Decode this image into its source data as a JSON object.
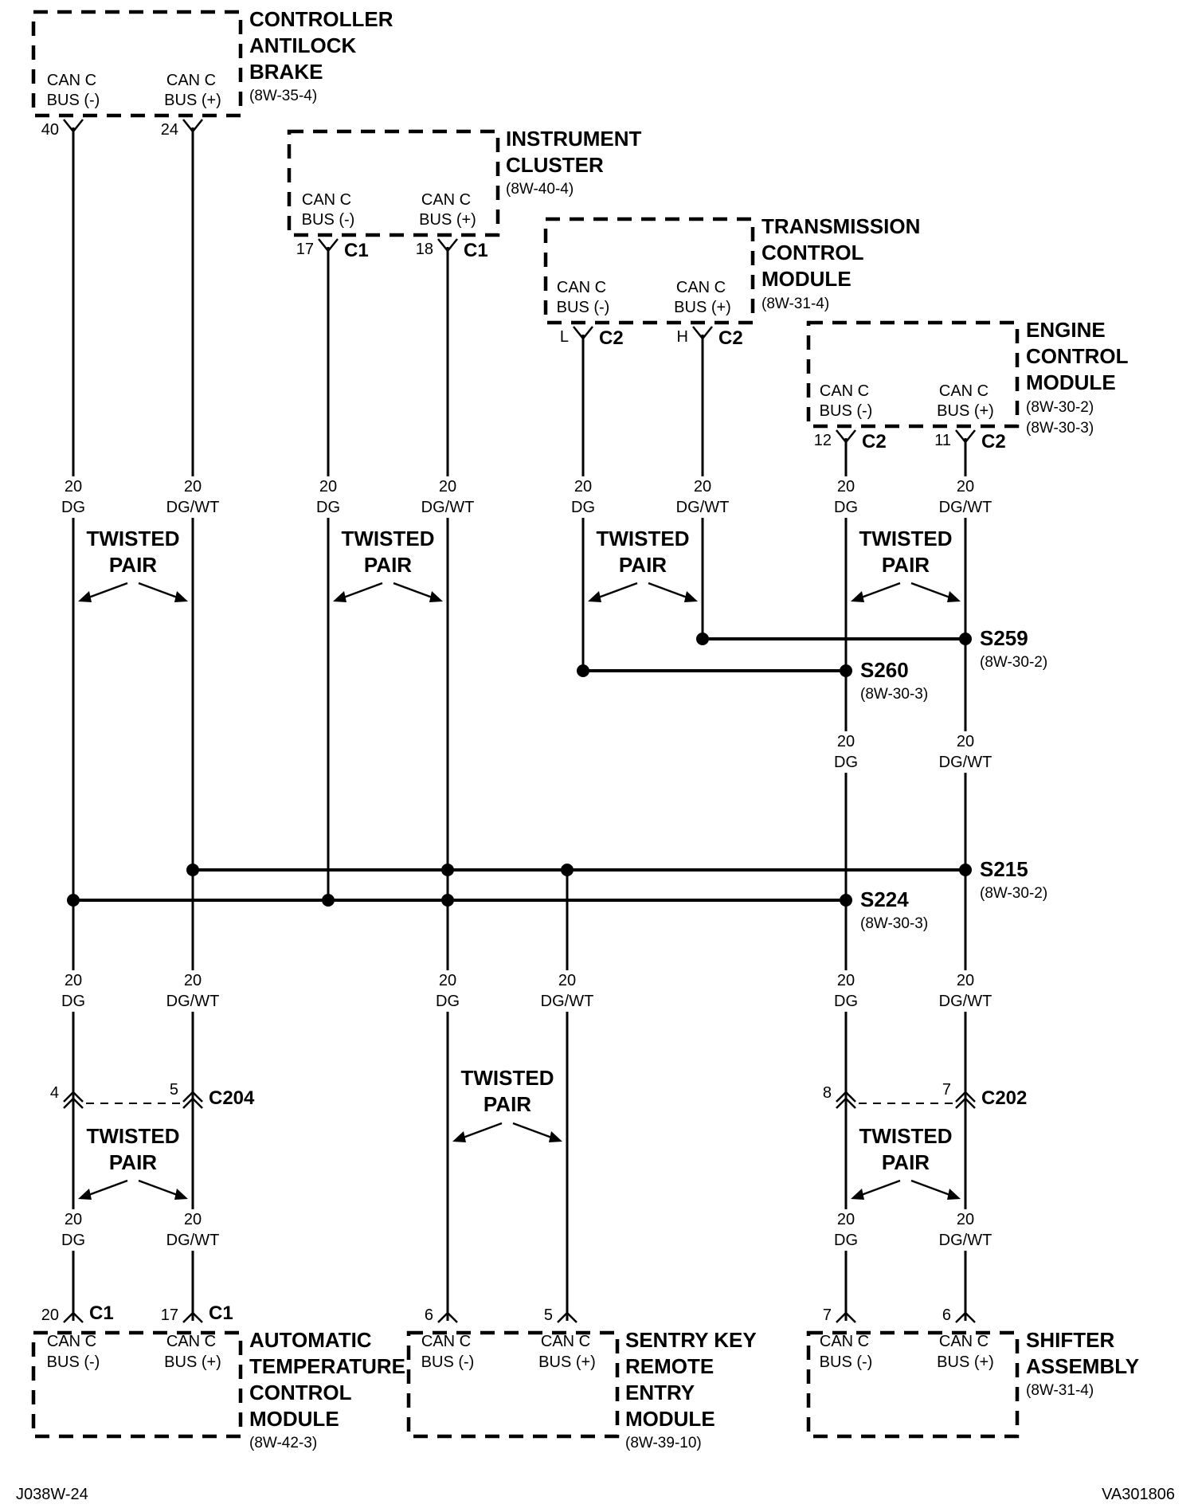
{
  "modules": [
    {
      "id": "abs",
      "name": [
        "CONTROLLER",
        "ANTILOCK",
        "BRAKE"
      ],
      "ref": "(8W-35-4)",
      "pins": [
        {
          "label": [
            "CAN C",
            "BUS (-)"
          ],
          "pin": "40",
          "conn": ""
        },
        {
          "label": [
            "CAN C",
            "BUS (+)"
          ],
          "pin": "24",
          "conn": ""
        }
      ]
    },
    {
      "id": "ic",
      "name": [
        "INSTRUMENT",
        "CLUSTER"
      ],
      "ref": "(8W-40-4)",
      "pins": [
        {
          "label": [
            "CAN C",
            "BUS (-)"
          ],
          "pin": "17",
          "conn": "C1"
        },
        {
          "label": [
            "CAN C",
            "BUS (+)"
          ],
          "pin": "18",
          "conn": "C1"
        }
      ]
    },
    {
      "id": "tcm",
      "name": [
        "TRANSMISSION",
        "CONTROL",
        "MODULE"
      ],
      "ref": "(8W-31-4)",
      "pins": [
        {
          "label": [
            "CAN C",
            "BUS (-)"
          ],
          "pin": "L",
          "conn": "C2"
        },
        {
          "label": [
            "CAN C",
            "BUS (+)"
          ],
          "pin": "H",
          "conn": "C2"
        }
      ]
    },
    {
      "id": "ecm",
      "name": [
        "ENGINE",
        "CONTROL",
        "MODULE"
      ],
      "ref": [
        "(8W-30-2)",
        "(8W-30-3)"
      ],
      "pins": [
        {
          "label": [
            "CAN C",
            "BUS (-)"
          ],
          "pin": "12",
          "conn": "C2"
        },
        {
          "label": [
            "CAN C",
            "BUS (+)"
          ],
          "pin": "11",
          "conn": "C2"
        }
      ]
    },
    {
      "id": "atc",
      "name": [
        "AUTOMATIC",
        "TEMPERATURE",
        "CONTROL",
        "MODULE"
      ],
      "ref": "(8W-42-3)",
      "pins": [
        {
          "label": [
            "CAN C",
            "BUS (-)"
          ],
          "pin": "20",
          "conn": "C1"
        },
        {
          "label": [
            "CAN C",
            "BUS (+)"
          ],
          "pin": "17",
          "conn": "C1"
        }
      ]
    },
    {
      "id": "skrem",
      "name": [
        "SENTRY KEY",
        "REMOTE",
        "ENTRY",
        "MODULE"
      ],
      "ref": "(8W-39-10)",
      "pins": [
        {
          "label": [
            "CAN C",
            "BUS (-)"
          ],
          "pin": "6",
          "conn": ""
        },
        {
          "label": [
            "CAN C",
            "BUS (+)"
          ],
          "pin": "5",
          "conn": ""
        }
      ]
    },
    {
      "id": "shifter",
      "name": [
        "SHIFTER",
        "ASSEMBLY"
      ],
      "ref": "(8W-31-4)",
      "pins": [
        {
          "label": [
            "CAN C",
            "BUS (-)"
          ],
          "pin": "7",
          "conn": ""
        },
        {
          "label": [
            "CAN C",
            "BUS (+)"
          ],
          "pin": "6",
          "conn": ""
        }
      ]
    }
  ],
  "wire": {
    "minus": [
      "20",
      "DG"
    ],
    "plus": [
      "20",
      "DG/WT"
    ]
  },
  "twisted_pair": [
    "TWISTED",
    "PAIR"
  ],
  "splices": [
    {
      "name": "S259",
      "ref": "(8W-30-2)"
    },
    {
      "name": "S260",
      "ref": "(8W-30-3)"
    },
    {
      "name": "S215",
      "ref": "(8W-30-2)"
    },
    {
      "name": "S224",
      "ref": "(8W-30-3)"
    }
  ],
  "inline_connectors": [
    {
      "name": "C204",
      "pins": [
        "4",
        "5"
      ]
    },
    {
      "name": "C202",
      "pins": [
        "8",
        "7"
      ]
    }
  ],
  "footer": {
    "left": "J038W-24",
    "right": "VA301806"
  }
}
